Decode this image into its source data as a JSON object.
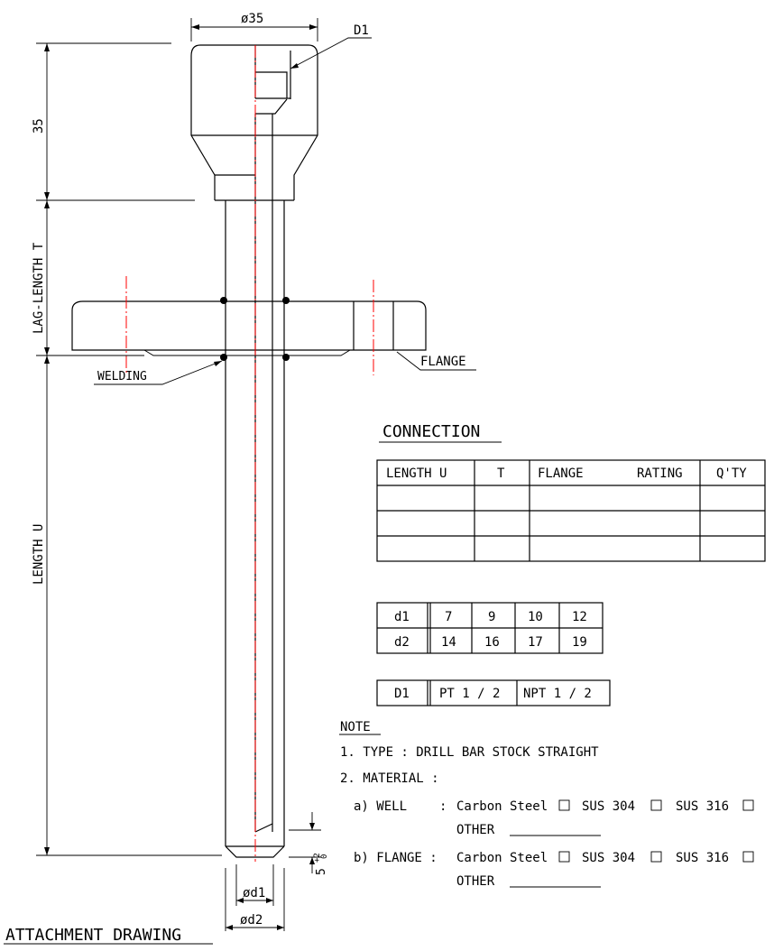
{
  "labels": {
    "dia35": "ø35",
    "d1_callout": "D1",
    "dim35": "35",
    "lag_length": "LAG-LENGTH T",
    "length_u": "LENGTH U",
    "welding": "WELDING",
    "flange": "FLANGE",
    "tol": "5",
    "tol_sup": "+2",
    "tol_sub": "0",
    "dia_d1": "ød1",
    "dia_d2": "ød2",
    "attachment": "ATTACHMENT DRAWING"
  },
  "connection": {
    "title": "CONNECTION",
    "headers": [
      "LENGTH U",
      "T",
      "FLANGE",
      "RATING",
      "Q'TY"
    ],
    "rows": [
      [
        "",
        "",
        "",
        ""
      ],
      [
        "",
        "",
        "",
        ""
      ],
      [
        "",
        "",
        "",
        ""
      ]
    ]
  },
  "dtable": {
    "rows": [
      [
        "d1",
        "7",
        "9",
        "10",
        "12"
      ],
      [
        "d2",
        "14",
        "16",
        "17",
        "19"
      ]
    ]
  },
  "D1table": {
    "cells": [
      "D1",
      "PT 1 / 2",
      "NPT 1 / 2"
    ]
  },
  "notes": {
    "title": "NOTE",
    "type": "1. TYPE : DRILL BAR STOCK STRAIGHT",
    "material": "2. MATERIAL :",
    "well_label": "a) WELL",
    "flange_label": "b) FLANGE :",
    "well_colon": ":",
    "opt_carbon": "Carbon Steel",
    "opt_304": "SUS 304",
    "opt_316": "SUS 316",
    "other": "OTHER"
  }
}
